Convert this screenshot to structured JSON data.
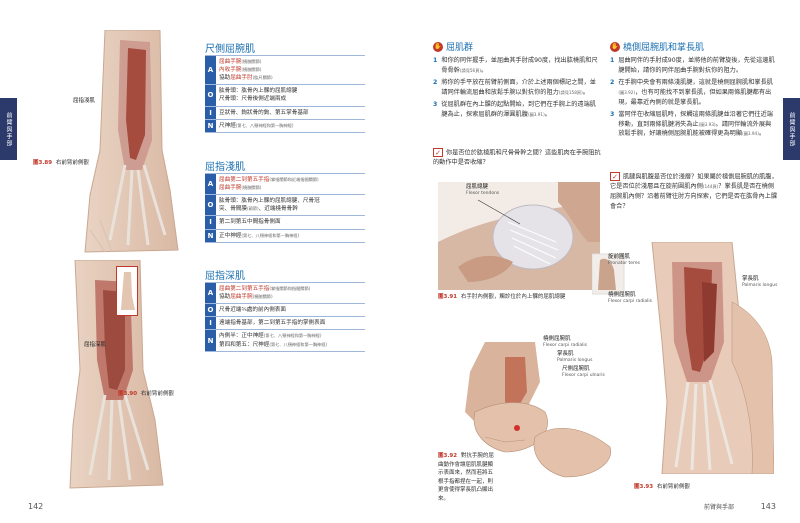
{
  "left_page": {
    "side_tab": "前臂與手部",
    "page_number": "142",
    "illustrations": [
      {
        "label": "屈指淺肌",
        "caption_num": "圖3.89",
        "caption_text": "右前臂前側觀"
      },
      {
        "label": "屈指深肌",
        "caption_num": "圖3.90",
        "caption_text": "右前臂前側觀"
      }
    ],
    "muscles": [
      {
        "title": "尺側屈腕肌",
        "rows": [
          {
            "key": "A",
            "lines": [
              {
                "hl": "屈曲手腕",
                "sm": "(橈腕關節)"
              },
              {
                "hl": "內收手腕",
                "sm": "(橈腕關節)"
              },
              {
                "pre": "協助",
                "hl": "屈曲手肘",
                "sm": "(肱尺關節)"
              }
            ]
          },
          {
            "key": "O",
            "lines": [
              {
                "text": "肱骨頭：肱骨內上髁的屈肌總腱"
              },
              {
                "text": "尺骨頭：尺骨後側近端兩成"
              }
            ]
          },
          {
            "key": "I",
            "lines": [
              {
                "text": "豆狀骨、鉤狀骨的鉤、第五掌骨基部"
              }
            ]
          },
          {
            "key": "N",
            "lines": [
              {
                "text": "尺神經",
                "sm": "(第七、八頸神經和第一胸神經)"
              }
            ]
          }
        ]
      },
      {
        "title": "屈指淺肌",
        "rows": [
          {
            "key": "A",
            "lines": [
              {
                "hl": "屈曲第二到第五手指",
                "sm": "(掌指關節和近端指間關節)"
              },
              {
                "hl": "屈曲手腕",
                "sm": "(橈腕關節)"
              }
            ]
          },
          {
            "key": "O",
            "lines": [
              {
                "text": "肱骨頭：肱骨內上髁的屈肌總腱、尺骨冠"
              },
              {
                "text": "突、骨間膜",
                "sm": "(韌帶)",
                "post": "、近端橈骨骨幹"
              }
            ]
          },
          {
            "key": "I",
            "lines": [
              {
                "text": "第二到第五中間指骨側面"
              }
            ]
          },
          {
            "key": "N",
            "lines": [
              {
                "text": "正中神經",
                "sm": "(第七、八頸神經和第一胸神經)"
              }
            ]
          }
        ]
      },
      {
        "title": "屈指深肌",
        "rows": [
          {
            "key": "A",
            "lines": [
              {
                "hl": "屈曲第二到第五手指",
                "sm": "(掌指關節和指間關節)"
              },
              {
                "pre": "協助",
                "hl": "屈曲手腕",
                "sm": "(橈腕關節)"
              }
            ]
          },
          {
            "key": "O",
            "lines": [
              {
                "text": "尺骨近端¾處的前內側表面"
              }
            ]
          },
          {
            "key": "I",
            "lines": [
              {
                "text": "遠端指骨基部，第二到第五手指的掌側表面"
              }
            ]
          },
          {
            "key": "N",
            "lines": [
              {
                "text": "內側半：正中神經",
                "sm": "(第七、八頸神經和第一胸神經)"
              },
              {
                "text": "第四和第五：尺神經",
                "sm": "(第七、八頸神經和第一胸神經)"
              }
            ]
          }
        ]
      }
    ]
  },
  "right_page": {
    "side_tab": "前臂與手部",
    "page_number": "143",
    "footer_label": "前臂與手部",
    "sections": [
      {
        "title": "屈肌群",
        "steps": [
          {
            "n": "1",
            "text": "和你的同伴握手，並屈曲其手肘成90度，找出肱橈肌和尺骨骨幹",
            "sm": "(請見56頁)",
            "post": "。"
          },
          {
            "n": "2",
            "text": "將你的手平放在前臂前側面，介於上述兩個標記之間，並請同伴輪流屈曲和放鬆手腕以對抗你的阻力",
            "sm": "(請見158頁)",
            "post": "。"
          },
          {
            "n": "3",
            "text": "從屈肌群在內上髁的起點開始，到它們在手腕上的遠端肌腱為止，探索屈肌群的渾圓肌腹",
            "sm": "(圖3.91)",
            "post": "。"
          }
        ],
        "question": "你是否位於肱橈肌和尺骨骨幹之間？這些肌肉在手腕阻抗的動作中是否收縮？"
      },
      {
        "title": "橈側屈腕肌和掌長肌",
        "steps": [
          {
            "n": "1",
            "text": "屈曲同伴的手肘成90度，並將他的前臂旋後，先從這邊肌腱開始，請你的同伴屈曲手腕對抗你的阻力。"
          },
          {
            "n": "2",
            "text": "在手腕中央會有兩條淺肌腱，這就是橈側屈腕肌和掌長肌",
            "sm": "(圖3.92)",
            "post": "，也有可能找不到掌長肌，但如果兩條肌腱都有出現，最靠近內側的就是掌長肌。"
          },
          {
            "n": "3",
            "text": "當阿伴在收縮屈肌時，探觸這兩條肌腱並沿著它們往近端移動，直到兩條肌腱消失為止",
            "sm": "(圖3.93)",
            "post": "。請同伴輪流外展與放鬆手腕，好讓橈側屈腕肌能被確得更為明顯",
            "sm2": "(圖3.94)",
            "post2": "。"
          }
        ],
        "question": "肌腱與肌腹是否位於淺層？如果屬於橈側屈腕肌的肌腹，它是否位於淺層且在旋前圓肌內側",
        "q_sm": "(144頁)",
        "q_post": "？掌長肌是否在橈側屈腕肌內側？沿著前臂往肘方向探索，它們是否在肱骨內上髁會合？"
      }
    ],
    "figures": [
      {
        "caption_num": "圖3.91",
        "caption_text": "右手肘內側觀，觸診位於內上髁的屈肌總腱",
        "labels": [
          {
            "zh": "屈肌總腱",
            "en": "Flexor tendons"
          }
        ]
      },
      {
        "caption_num": "圖3.92",
        "caption_text": "對抗手腕的屈曲動作會讓屈肌肌腱顯示表面來，然而若將五根手指都捏在一起，則更會使得掌長肌凸顯出來。",
        "labels": [
          {
            "zh": "橈側屈腕肌",
            "en": "Flexor carpi radialis"
          },
          {
            "zh": "掌長肌",
            "en": "Palmaris longus"
          },
          {
            "zh": "尺側屈腕肌",
            "en": "Flexor carpi ulnaris"
          }
        ]
      },
      {
        "caption_num": "圖3.93",
        "caption_text": "右前臂前側觀",
        "labels": [
          {
            "zh": "旋前圓肌",
            "en": "Pronator teres"
          },
          {
            "zh": "掌長肌",
            "en": "Palmaris longus"
          },
          {
            "zh": "橈側屈腕肌",
            "en": "Flexor carpi radialis"
          }
        ]
      }
    ]
  },
  "colors": {
    "accent_blue": "#1a6fb0",
    "accent_red": "#c0392b",
    "tab_navy": "#2b3a6b",
    "key_blue": "#2b5ea8"
  }
}
